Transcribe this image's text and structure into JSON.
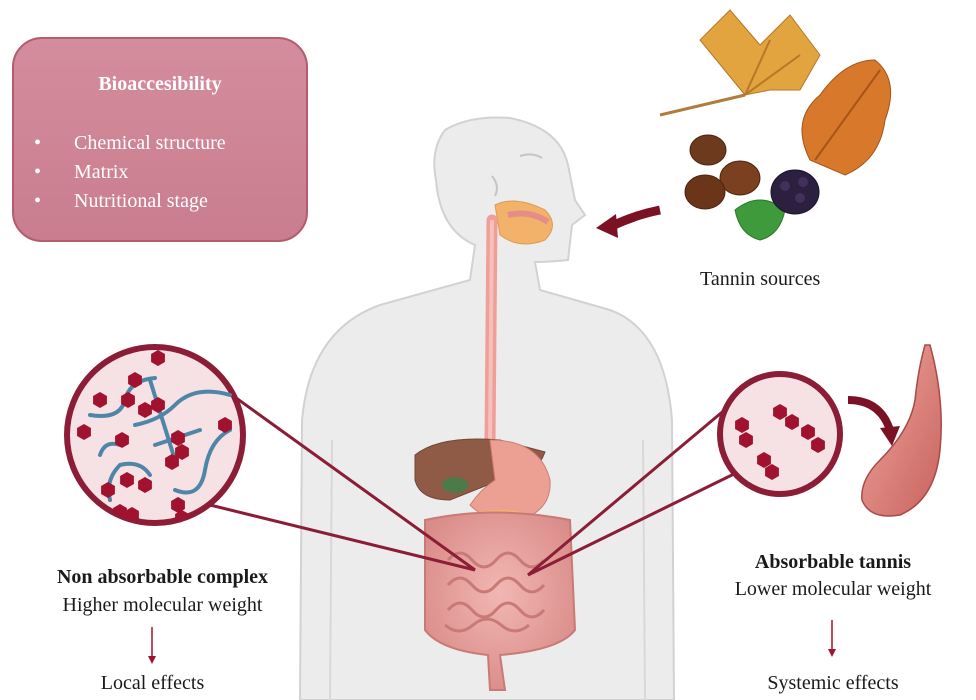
{
  "bioaccessibility": {
    "title": "Bioaccesibility",
    "items": [
      "Chemical structure",
      "Matrix",
      "Nutritional stage"
    ],
    "bullet": "•"
  },
  "sources": {
    "label": "Tannin sources"
  },
  "left": {
    "title": "Non absorbable complex",
    "subtitle": "Higher molecular weight",
    "effect": "Local effects"
  },
  "right": {
    "title": "Absorbable tannis",
    "subtitle": "Lower molecular weight",
    "effect": "Systemic effects"
  },
  "colors": {
    "tannin": "#a0122e",
    "polymer": "#4f86a8",
    "connector": "#8b1d36",
    "box": "#cf889a",
    "body": "#ececec",
    "intestine": "#e9a2a0"
  }
}
